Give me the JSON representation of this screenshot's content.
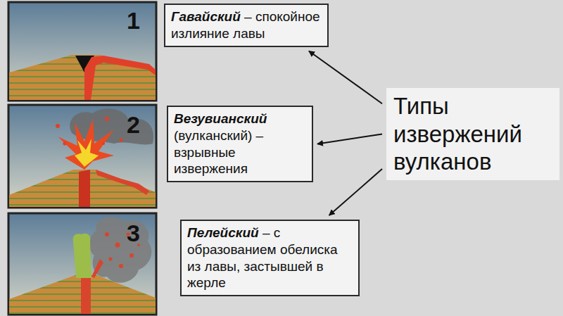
{
  "diagram": {
    "nodes": [
      {
        "text": [
          "Гавайский",
          "– спокойное излияние лавы"
        ]
      },
      {
        "text": [
          "Везувианский",
          "(вулканский) – взрывные извержения"
        ]
      },
      {
        "text": [
          "Пелейский",
          "– с образованием обелиска из лавы, застывшей в жерле"
        ]
      },
      {
        "text": [
          "Типы извержений вулканов"
        ]
      }
    ],
    "edges": [
      {
        "from": 3,
        "to": 0,
        "arrow": "to"
      },
      {
        "from": 3,
        "to": 1,
        "arrow": "to"
      },
      {
        "from": 3,
        "to": 2,
        "arrow": "to"
      }
    ],
    "labels": [
      "1",
      "2",
      "3"
    ]
  }
}
